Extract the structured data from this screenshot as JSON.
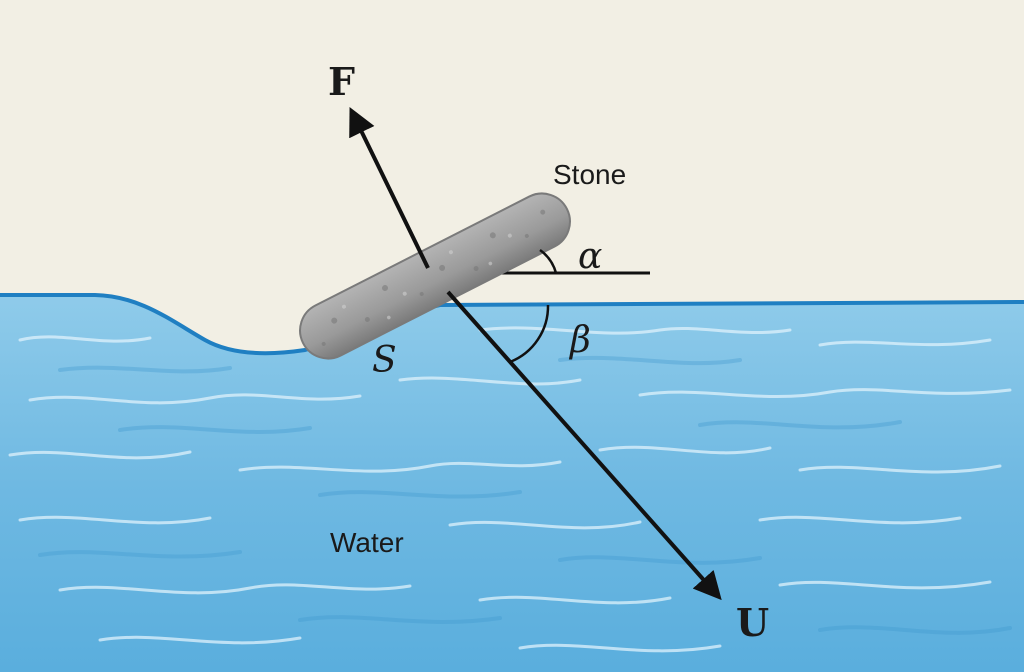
{
  "labels": {
    "force": "F",
    "velocity": "U",
    "stone": "Stone",
    "water": "Water",
    "surface": "S",
    "alpha": "α",
    "beta": "β"
  },
  "colors": {
    "sky": "#f2efe4",
    "water_light": "#9fd3ee",
    "water_mid": "#6bb8e3",
    "water_dark": "#4da3d6",
    "surface_line": "#1f7fc2",
    "stone_fill": "#9c9c9c",
    "stone_dark": "#6f6f6f",
    "arrow": "#111111"
  },
  "icons": {
    "stone": "stone-shape",
    "force_arrow": "arrow-up-left-icon",
    "velocity_arrow": "arrow-down-right-icon"
  }
}
